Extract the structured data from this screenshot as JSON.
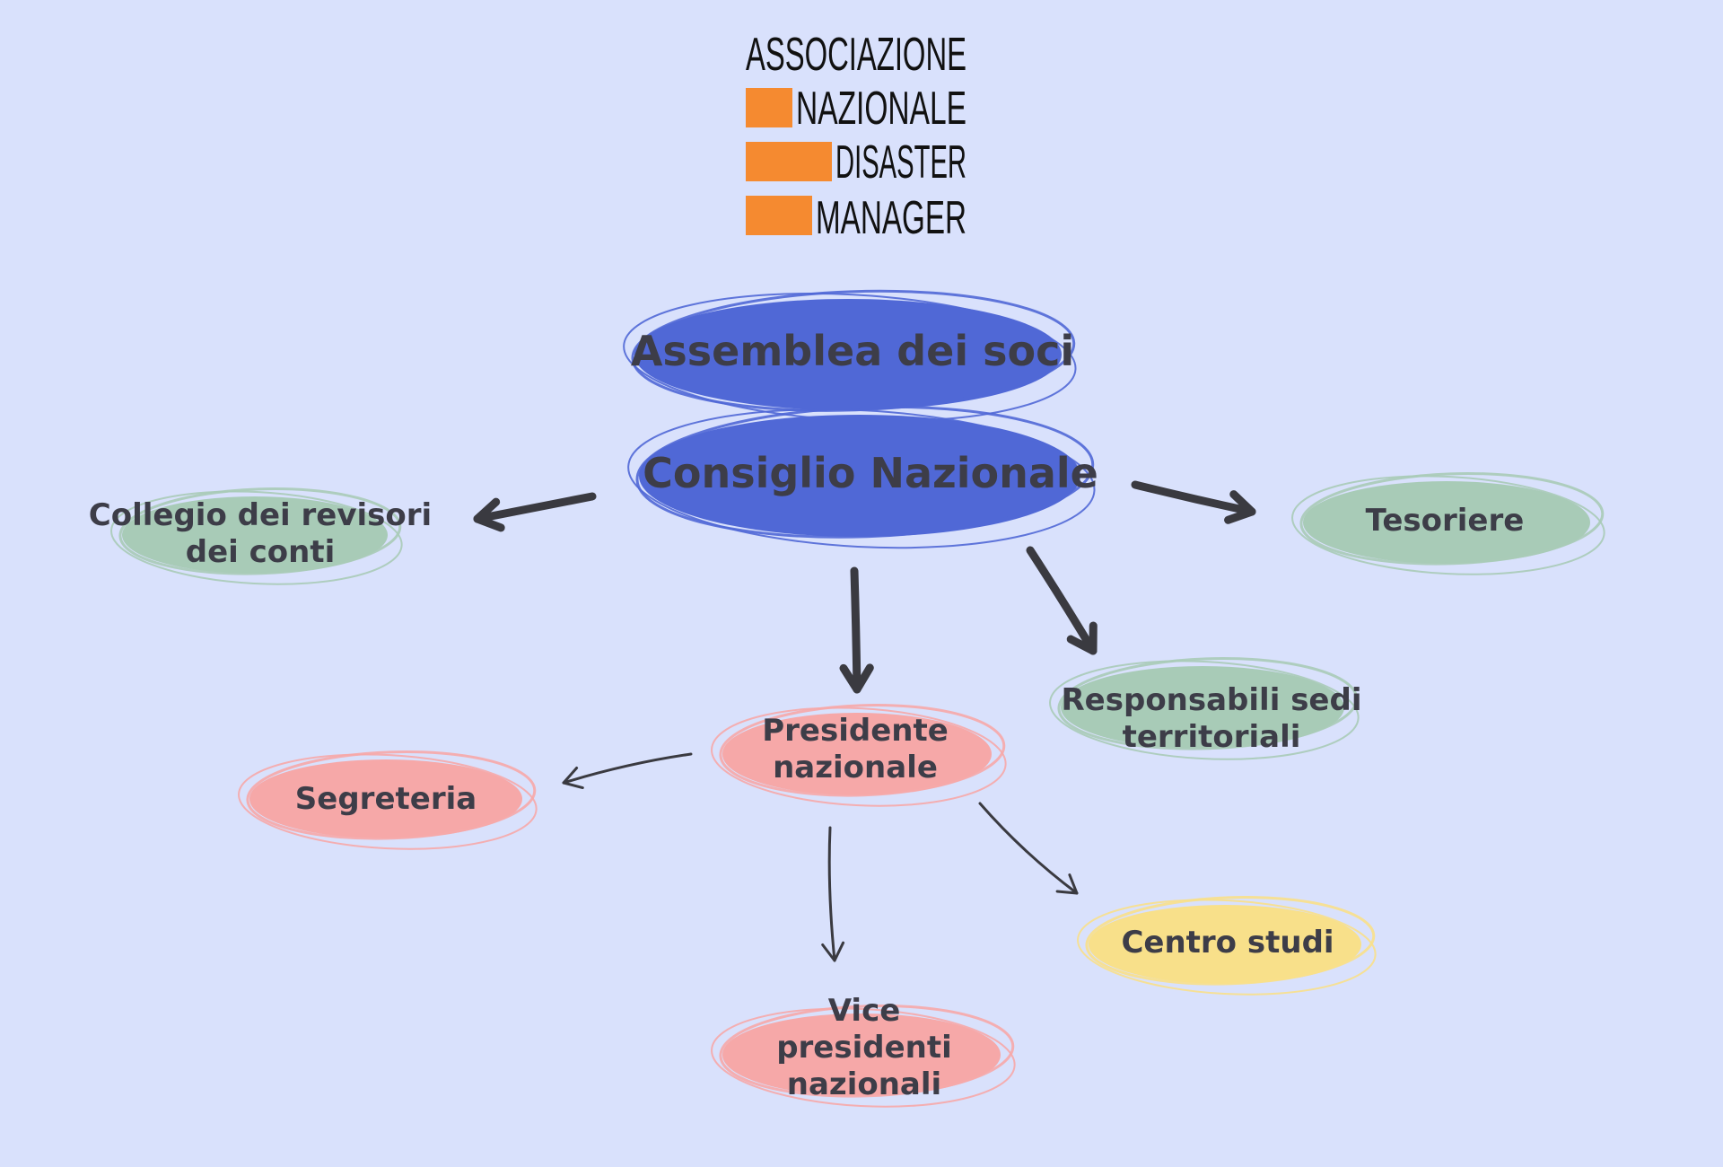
{
  "logo": {
    "lines": [
      "ASSOCIAZIONE",
      "NAZIONALE",
      "DISASTER",
      "MANAGER"
    ],
    "accent_color": "#f58a30"
  },
  "nodes": {
    "assemblea": {
      "label": "Assemblea dei soci",
      "color": "#5068d6"
    },
    "consiglio": {
      "label": "Consiglio Nazionale",
      "color": "#5068d6"
    },
    "collegio": {
      "label_line1": "Collegio dei revisori",
      "label_line2": "dei conti",
      "color": "#a8cbb7"
    },
    "tesoriere": {
      "label": "Tesoriere",
      "color": "#a8cbb7"
    },
    "responsabili": {
      "label_line1": "Responsabili sedi",
      "label_line2": "territoriali",
      "color": "#a8cbb7"
    },
    "presidente": {
      "label_line1": "Presidente",
      "label_line2": "nazionale",
      "color": "#f6a8a8"
    },
    "segreteria": {
      "label": "Segreteria",
      "color": "#f6a8a8"
    },
    "vice": {
      "label_line1": "Vice",
      "label_line2": "presidenti",
      "label_line3": "nazionali",
      "color": "#f6a8a8"
    },
    "centro": {
      "label": "Centro studi",
      "color": "#f8e08a"
    }
  },
  "colors": {
    "background": "#d9e1fc",
    "text": "#3d3d48",
    "arrow": "#3a3a40"
  }
}
